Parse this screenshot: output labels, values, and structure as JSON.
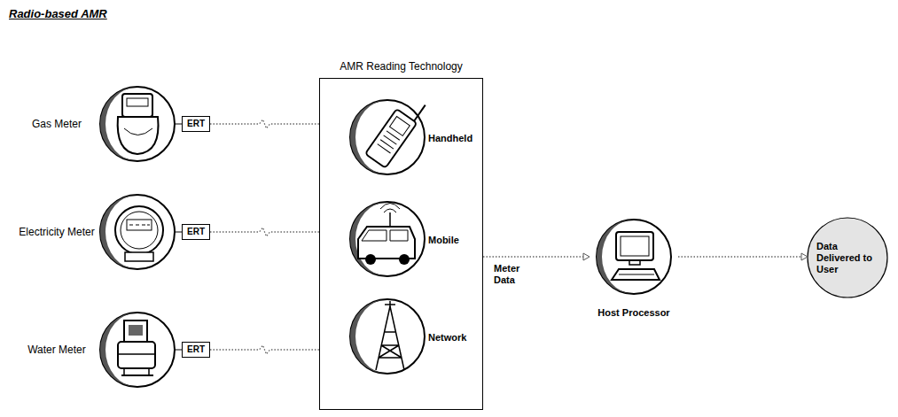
{
  "diagram": {
    "title": "Radio-based AMR",
    "nodes": [
      {
        "text": [
          "Gas Meter"
        ]
      },
      {
        "text": [
          "ERT"
        ]
      },
      {
        "text": [
          "Electricity Meter"
        ]
      },
      {
        "text": [
          "ERT"
        ]
      },
      {
        "text": [
          "Water Meter"
        ]
      },
      {
        "text": [
          "ERT"
        ]
      },
      {
        "text": [
          "AMR Reading Technology"
        ]
      },
      {
        "text": [
          "Handheld"
        ],
        "in": 6
      },
      {
        "text": [
          "Mobile"
        ],
        "in": 6
      },
      {
        "text": [
          "Network"
        ],
        "in": 6
      },
      {
        "text": [
          "Host Processor"
        ]
      },
      {
        "text": [
          "Data Delivered to User"
        ]
      }
    ],
    "edges": [
      {
        "from": 0,
        "to": 1,
        "arrow": "none"
      },
      {
        "from": 2,
        "to": 3,
        "arrow": "none"
      },
      {
        "from": 4,
        "to": 5,
        "arrow": "none"
      },
      {
        "from": 1,
        "to": 6,
        "arrow": "none"
      },
      {
        "from": 3,
        "to": 6,
        "arrow": "none"
      },
      {
        "from": 5,
        "to": 6,
        "arrow": "none"
      },
      {
        "from": 6,
        "to": 10,
        "label": "Meter Data",
        "arrow": "to"
      },
      {
        "from": 10,
        "to": 11,
        "arrow": "to"
      }
    ]
  }
}
